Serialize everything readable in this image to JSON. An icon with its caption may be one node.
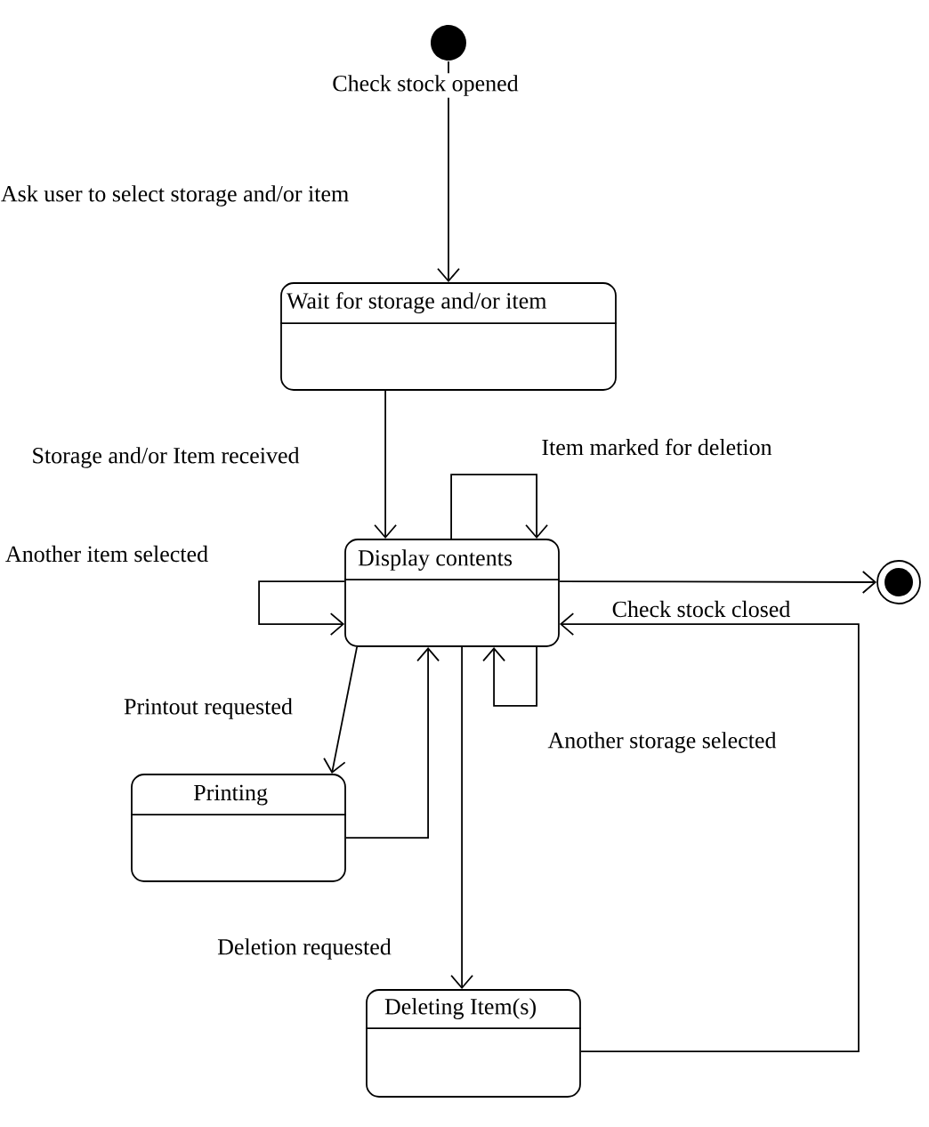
{
  "diagram": {
    "nodes": [
      {
        "text": [],
        "shape": "circle"
      },
      {
        "text": [
          "Wait for storage and/or item"
        ]
      },
      {
        "text": [
          "Display contents"
        ]
      },
      {
        "text": [],
        "shape": "circle"
      },
      {
        "text": [
          "Printing"
        ]
      },
      {
        "text": [
          "Deleting Item(s)"
        ]
      }
    ],
    "edges": [
      {
        "from": 0,
        "to": 1,
        "arrow": "to",
        "label": "Check stock opened"
      },
      {
        "from": 1,
        "to": 2,
        "arrow": "to",
        "label": "Storage and/or Item received"
      },
      {
        "from": 2,
        "to": 2,
        "arrow": "to",
        "label": "Item marked for deletion"
      },
      {
        "from": 2,
        "to": 2,
        "arrow": "to",
        "label": "Another item selected"
      },
      {
        "from": 2,
        "to": 3,
        "arrow": "to",
        "label": "Check stock closed"
      },
      {
        "from": 2,
        "to": 4,
        "arrow": "to",
        "label": "Printout requested"
      },
      {
        "from": 4,
        "to": 2,
        "arrow": "to"
      },
      {
        "from": 2,
        "to": 2,
        "arrow": "to",
        "label": "Another storage selected"
      },
      {
        "from": 2,
        "to": 5,
        "arrow": "to",
        "label": "Deletion requested"
      },
      {
        "from": 5,
        "to": 2,
        "arrow": "to"
      }
    ],
    "labels": [
      "Ask user to select storage and/or item"
    ]
  }
}
